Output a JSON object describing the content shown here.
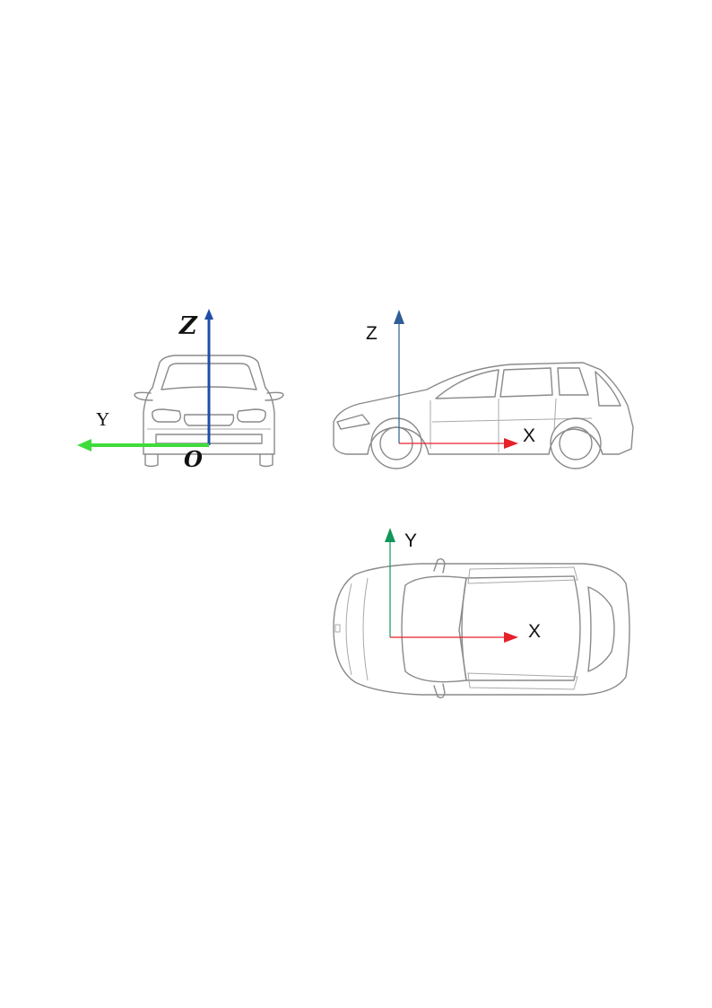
{
  "colors": {
    "front_z_axis": "#1f4ea8",
    "front_y_axis": "#3ddc3a",
    "side_z_axis": "#2f5d96",
    "side_x_axis": "#e8202a",
    "top_y_axis": "#12965a",
    "top_x_axis": "#e8202a",
    "car_outline": "#8a8a8a"
  },
  "front_view": {
    "z_label": "Z",
    "y_label": "Y",
    "origin_label": "O"
  },
  "side_view": {
    "z_label": "Z",
    "x_label": "X"
  },
  "top_view": {
    "y_label": "Y",
    "x_label": "X"
  },
  "icons": [
    "car-front-icon",
    "car-side-icon",
    "car-top-icon"
  ]
}
